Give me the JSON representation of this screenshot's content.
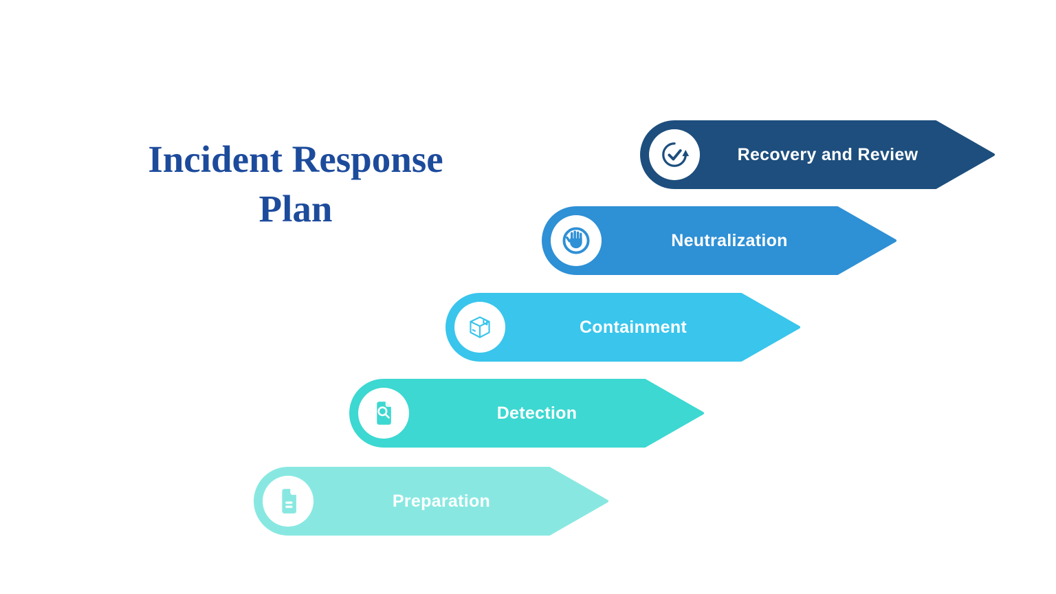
{
  "page": {
    "background": "#ffffff"
  },
  "title": {
    "text": "Incident Response Plan",
    "lines": [
      "Incident Response",
      "Plan"
    ],
    "color": "#1d4b9c"
  },
  "steps": [
    {
      "label": "Recovery and Review",
      "color": "#1d4e7d",
      "text_color": "#ffffff",
      "icon": "recovery-check-icon"
    },
    {
      "label": "Neutralization",
      "color": "#2e90d5",
      "text_color": "#ffffff",
      "icon": "stop-hand-icon"
    },
    {
      "label": "Containment",
      "color": "#39c5ec",
      "text_color": "#ffffff",
      "icon": "package-box-icon"
    },
    {
      "label": "Detection",
      "color": "#3cd8d1",
      "text_color": "#ffffff",
      "icon": "document-search-icon"
    },
    {
      "label": "Preparation",
      "color": "#88e8e1",
      "text_color": "#ffffff",
      "icon": "document-icon"
    }
  ]
}
